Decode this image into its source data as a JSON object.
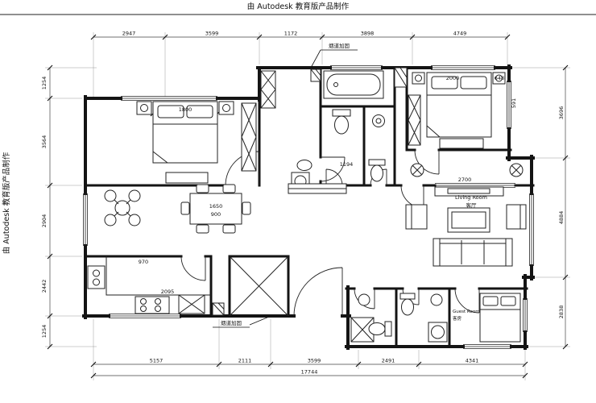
{
  "stamps": {
    "top": "由 Autodesk 教育版产品制作",
    "left": "由 Autodesk 教育版产品制作"
  },
  "annotations": {
    "flue_top": "烟道加固",
    "flue_bottom": "烟道加固"
  },
  "rooms": {
    "living_en": "Living Room",
    "living_cn": "客厅",
    "guest_en": "Guest Room",
    "guest_cn": "客房"
  },
  "dims": {
    "top": [
      "2947",
      "3599",
      "1172",
      "3898",
      "4749"
    ],
    "bottom": [
      "5157",
      "2111",
      "3599",
      "2491",
      "4341"
    ],
    "bottom_total": "17744",
    "left": [
      "1254",
      "3564",
      "2904",
      "2442",
      "1254"
    ],
    "right": [
      "3696",
      "4884",
      "2838"
    ],
    "interior": {
      "tl_bed": "1800",
      "tr_bed": "2000",
      "tr_side": "648",
      "hall": "1194",
      "living_top": "2700",
      "dining_l": "1650",
      "dining_w": "900",
      "kitchen_top": "970",
      "kitchen_bottom": "2095",
      "window_right": "591"
    }
  }
}
